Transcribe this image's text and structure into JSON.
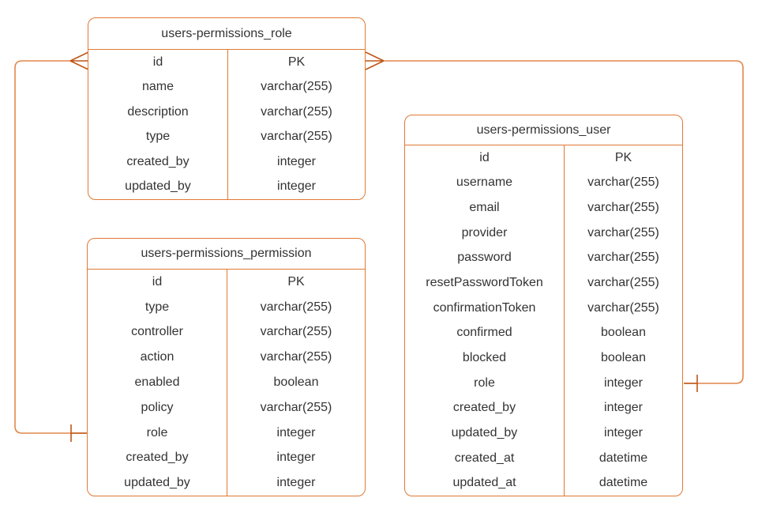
{
  "diagram": {
    "background_color": "#ffffff",
    "colors": {
      "entity_border": "#E07934",
      "edge_line": "#E2874A",
      "edge_marker": "#BF5716",
      "text": "#333333"
    },
    "entities": [
      {
        "title": "users-permissions_role",
        "fields": [
          {
            "name": "id",
            "type": "PK"
          },
          {
            "name": "name",
            "type": "varchar(255)"
          },
          {
            "name": "description",
            "type": "varchar(255)"
          },
          {
            "name": "type",
            "type": "varchar(255)"
          },
          {
            "name": "created_by",
            "type": "integer"
          },
          {
            "name": "updated_by",
            "type": "integer"
          }
        ]
      },
      {
        "title": "users-permissions_permission",
        "fields": [
          {
            "name": "id",
            "type": "PK"
          },
          {
            "name": "type",
            "type": "varchar(255)"
          },
          {
            "name": "controller",
            "type": "varchar(255)"
          },
          {
            "name": "action",
            "type": "varchar(255)"
          },
          {
            "name": "enabled",
            "type": "boolean"
          },
          {
            "name": "policy",
            "type": "varchar(255)"
          },
          {
            "name": "role",
            "type": "integer"
          },
          {
            "name": "created_by",
            "type": "integer"
          },
          {
            "name": "updated_by",
            "type": "integer"
          }
        ]
      },
      {
        "title": "users-permissions_user",
        "fields": [
          {
            "name": "id",
            "type": "PK"
          },
          {
            "name": "username",
            "type": "varchar(255)"
          },
          {
            "name": "email",
            "type": "varchar(255)"
          },
          {
            "name": "provider",
            "type": "varchar(255)"
          },
          {
            "name": "password",
            "type": "varchar(255)"
          },
          {
            "name": "resetPasswordToken",
            "type": "varchar(255)"
          },
          {
            "name": "confirmationToken",
            "type": "varchar(255)"
          },
          {
            "name": "confirmed",
            "type": "boolean"
          },
          {
            "name": "blocked",
            "type": "boolean"
          },
          {
            "name": "role",
            "type": "integer"
          },
          {
            "name": "created_by",
            "type": "integer"
          },
          {
            "name": "updated_by",
            "type": "integer"
          },
          {
            "name": "created_at",
            "type": "datetime"
          },
          {
            "name": "updated_at",
            "type": "datetime"
          }
        ]
      }
    ],
    "relationships": [
      {
        "from_entity": "users-permissions_role",
        "from_field": "id",
        "from_cardinality": "many",
        "to_entity": "users-permissions_permission",
        "to_field": "role",
        "to_cardinality": "one"
      },
      {
        "from_entity": "users-permissions_role",
        "from_field": "id",
        "from_cardinality": "many",
        "to_entity": "users-permissions_user",
        "to_field": "role",
        "to_cardinality": "one"
      }
    ]
  }
}
